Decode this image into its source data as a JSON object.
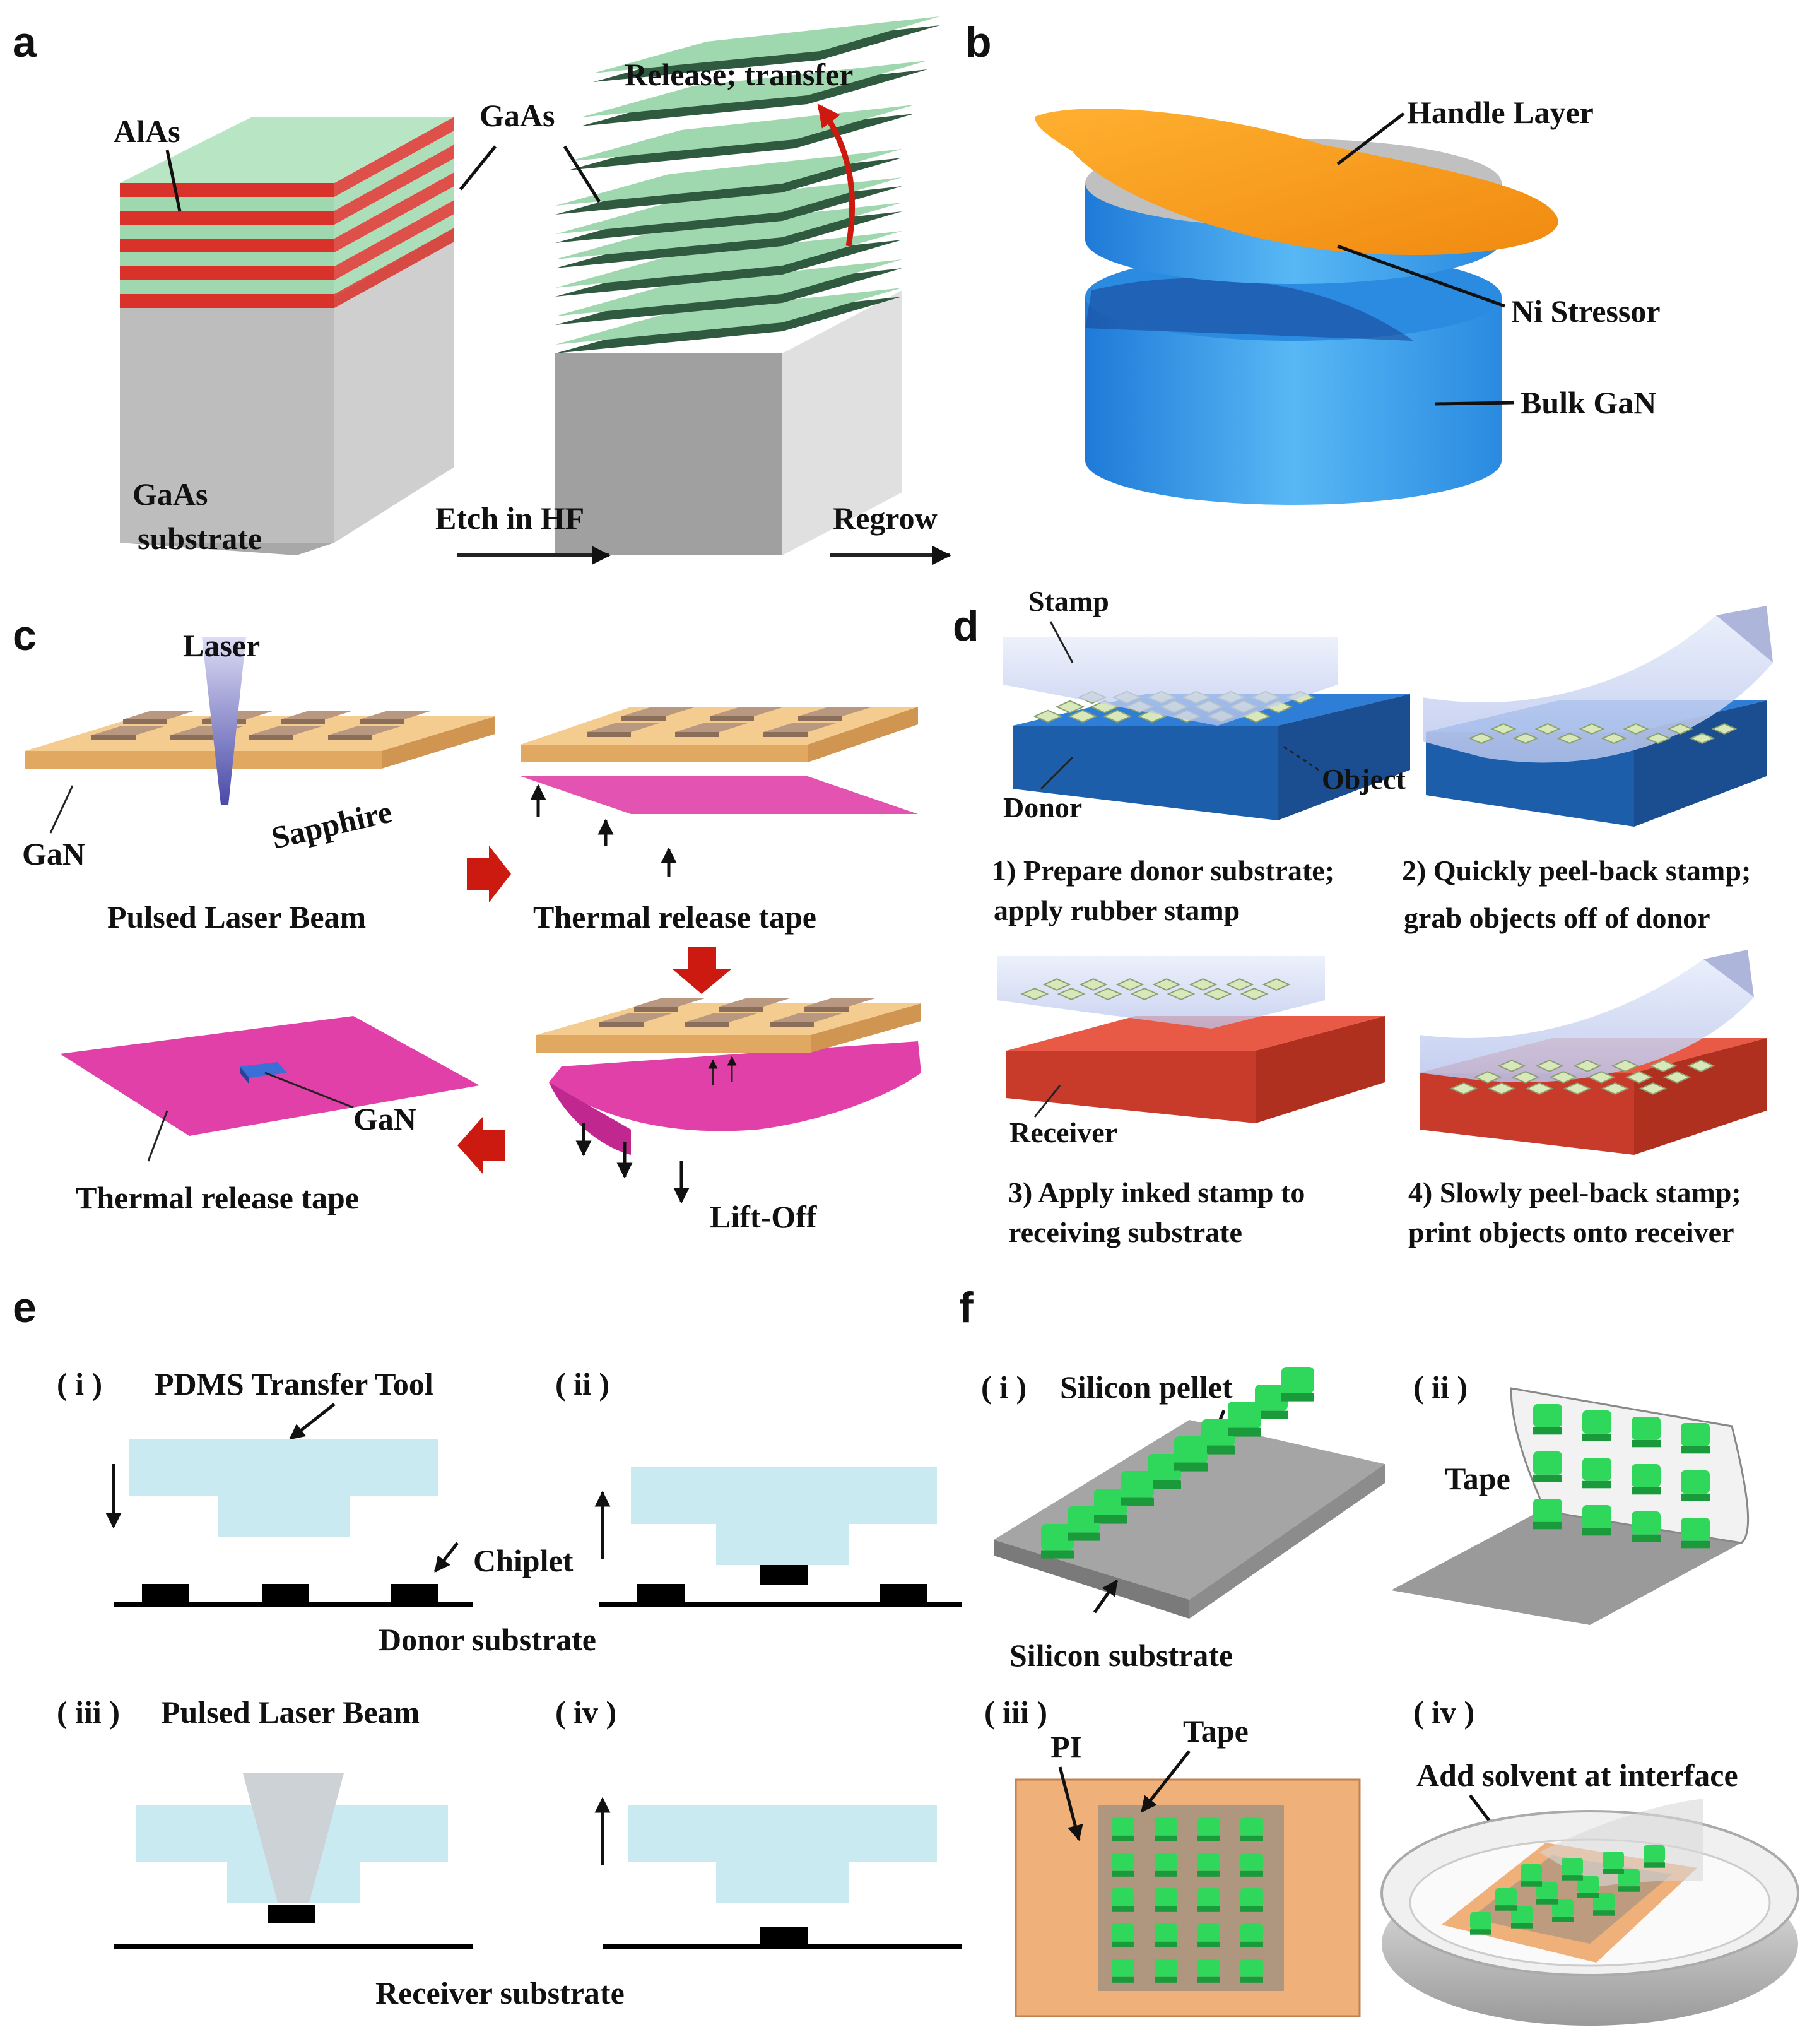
{
  "panels": {
    "a": {
      "letter": "a",
      "labels": {
        "alas": "AlAs",
        "gaas_top": "GaAs",
        "release": "Release; transfer",
        "gaas_substrate_1": "GaAs",
        "gaas_substrate_2": "substrate",
        "etch": "Etch in HF",
        "regrow": "Regrow"
      }
    },
    "b": {
      "letter": "b",
      "labels": {
        "handle": "Handle Layer",
        "stressor": "Ni Stressor",
        "bulk": "Bulk GaN"
      }
    },
    "c": {
      "letter": "c",
      "labels": {
        "laser": "Laser",
        "gan_1": "GaN",
        "sapphire": "Sapphire",
        "pulsed": "Pulsed Laser Beam",
        "tape_top": "Thermal release tape",
        "gan_2": "GaN",
        "tape_bottom": "Thermal release tape",
        "liftoff": "Lift-Off"
      }
    },
    "d": {
      "letter": "d",
      "labels": {
        "stamp": "Stamp",
        "donor": "Donor",
        "object": "Object",
        "receiver": "Receiver",
        "step1_l1": "1) Prepare donor substrate;",
        "step1_l2": "apply rubber stamp",
        "step2_l1": "2) Quickly peel-back stamp;",
        "step2_l2": "grab objects off of donor",
        "step3_l1": "3) Apply inked stamp to",
        "step3_l2": "receiving substrate",
        "step4_l1": "4) Slowly peel-back stamp;",
        "step4_l2": "print objects onto receiver"
      }
    },
    "e": {
      "letter": "e",
      "labels": {
        "i": "( i )",
        "ii": "( ii )",
        "iii": "( iii )",
        "iv": "( iv )",
        "pdms": "PDMS Transfer Tool",
        "chiplet": "Chiplet",
        "donor": "Donor substrate",
        "pulsed": "Pulsed Laser Beam",
        "receiver": "Receiver substrate"
      }
    },
    "f": {
      "letter": "f",
      "labels": {
        "i": "( i )",
        "ii": "( ii )",
        "iii": "( iii )",
        "iv": "( iv )",
        "pellet": "Silicon pellet",
        "tape_ii": "Tape",
        "substrate": "Silicon substrate",
        "pi": "PI",
        "tape_iii": "Tape",
        "solvent": "Add solvent at interface"
      }
    }
  },
  "colors": {
    "gaas_green": "#9fd8ae",
    "alas_red": "#d8322a",
    "substrate_gray": "#c8c8c8",
    "handle_orange": "#f5a020",
    "gan_blue": "#3a9ce8",
    "sapphire_tan": "#f2c98a",
    "tape_pink": "#e040a8",
    "donor_blue": "#1f6fc0",
    "receiver_red": "#e2483a",
    "pdms_cyan": "#c9eaf0",
    "pellet_green": "#2fd85a",
    "pi_tan": "#f0b07a",
    "arrow_red": "#cc1a10"
  }
}
